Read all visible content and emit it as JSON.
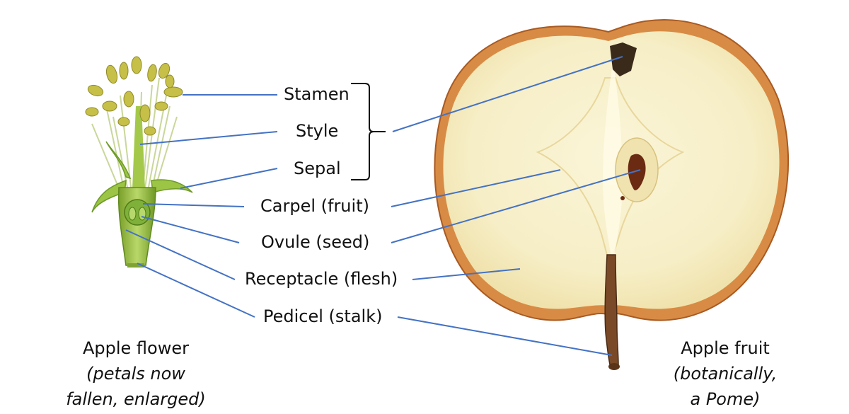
{
  "parts": {
    "stamen": "Stamen",
    "style": "Style",
    "sepal": "Sepal",
    "carpel": "Carpel (fruit)",
    "ovule": "Ovule (seed)",
    "receptacle": "Receptacle (flesh)",
    "pedicel": "Pedicel (stalk)"
  },
  "captions": {
    "flower_title": "Apple flower",
    "flower_note_1": "(petals now",
    "flower_note_2": "fallen, enlarged)",
    "fruit_title": "Apple fruit",
    "fruit_note_1": "(botanically,",
    "fruit_note_2": "a Pome)"
  },
  "colors": {
    "leader_line": "#4472c4",
    "apple_skin": "#c9793a",
    "apple_flesh": "#f7efc9",
    "flower_green": "#8fbf3a",
    "anther_yellow": "#c8c24a",
    "seed_brown": "#6b2a12"
  }
}
